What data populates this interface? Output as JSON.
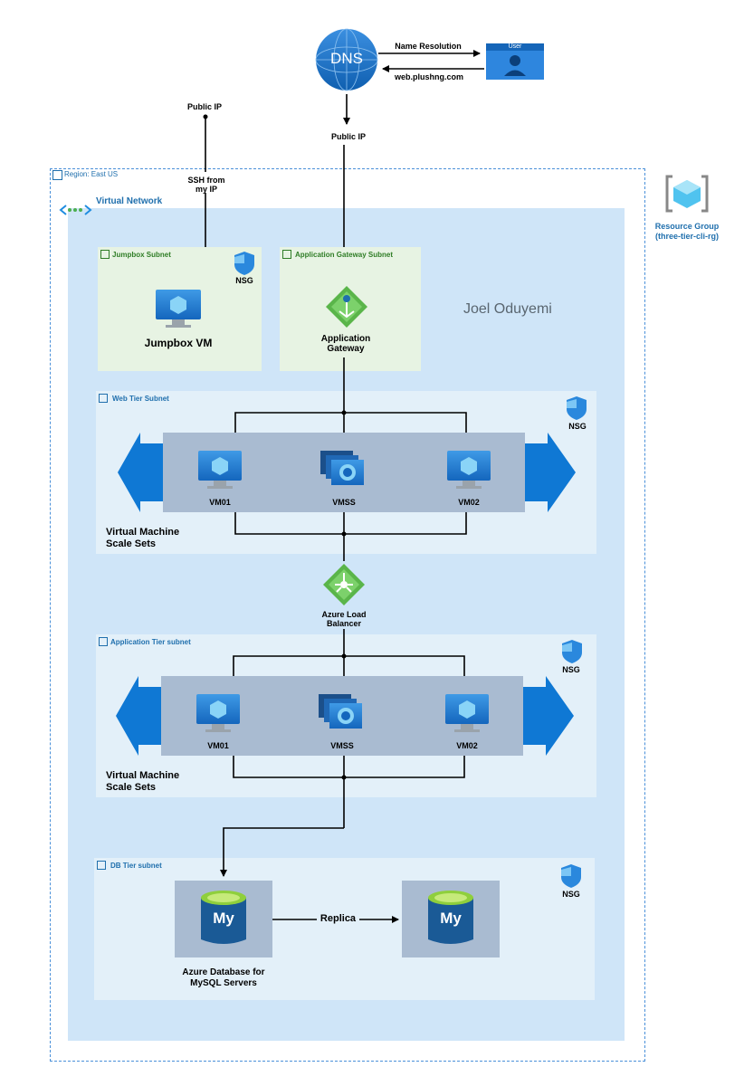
{
  "top": {
    "dns_label": "DNS",
    "name_resolution": "Name Resolution",
    "web_domain": "web.plushng.com",
    "user_label": "User",
    "public_ip_left": "Public IP",
    "public_ip_right": "Public IP",
    "ssh_label_line1": "SSH from",
    "ssh_label_line2": "my IP"
  },
  "region": {
    "label": "Region: East US"
  },
  "resource_group": {
    "line1": "Resource Group",
    "line2": "(three-tier-cli-rg)"
  },
  "vnet": {
    "label": "Virtual Network",
    "author": "Joel Oduyemi"
  },
  "jumpbox_subnet": {
    "label": "Jumpbox Subnet",
    "vm_label": "Jumpbox VM",
    "nsg": "NSG"
  },
  "appgw_subnet": {
    "label": "Application Gateway Subnet",
    "gw_line1": "Application",
    "gw_line2": "Gateway"
  },
  "web_tier": {
    "label": "Web Tier Subnet",
    "nsg": "NSG",
    "vm1": "VM01",
    "vmss": "VMSS",
    "vm2": "VM02",
    "scale_line1": "Virtual Machine",
    "scale_line2": "Scale Sets"
  },
  "load_balancer": {
    "line1": "Azure Load",
    "line2": "Balancer"
  },
  "app_tier": {
    "label": "Application Tier subnet",
    "nsg": "NSG",
    "vm1": "VM01",
    "vmss": "VMSS",
    "vm2": "VM02",
    "scale_line1": "Virtual Machine",
    "scale_line2": "Scale Sets"
  },
  "db_tier": {
    "label": "DB Tier subnet",
    "nsg": "NSG",
    "replica": "Replica",
    "db_glyph": "My",
    "db_line1": "Azure Database for",
    "db_line2": "MySQL Servers"
  },
  "colors": {
    "azure_blue": "#0f78d4",
    "green_label": "#2f7d26",
    "vnet_fill": "#cfe5f8"
  }
}
